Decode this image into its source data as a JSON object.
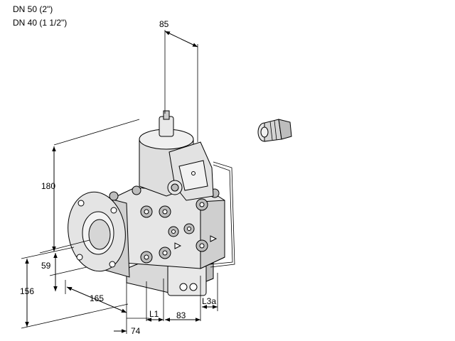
{
  "title_lines": [
    "DN 50 (2\")",
    "DN 40 (1 1/2\")"
  ],
  "dimensions": {
    "width_top": "85",
    "height_actuator": "180",
    "flange_center": "59",
    "height_total": "156",
    "length_165": "165",
    "length_74": "74",
    "l1": "L1",
    "length_83": "83",
    "l3a": "L3a"
  },
  "colors": {
    "body_light": "#e6e6e6",
    "body_mid": "#c9c9c9",
    "body_dark": "#9a9a9a",
    "line": "#000000"
  },
  "icons": [
    "cable-gland-icon"
  ]
}
